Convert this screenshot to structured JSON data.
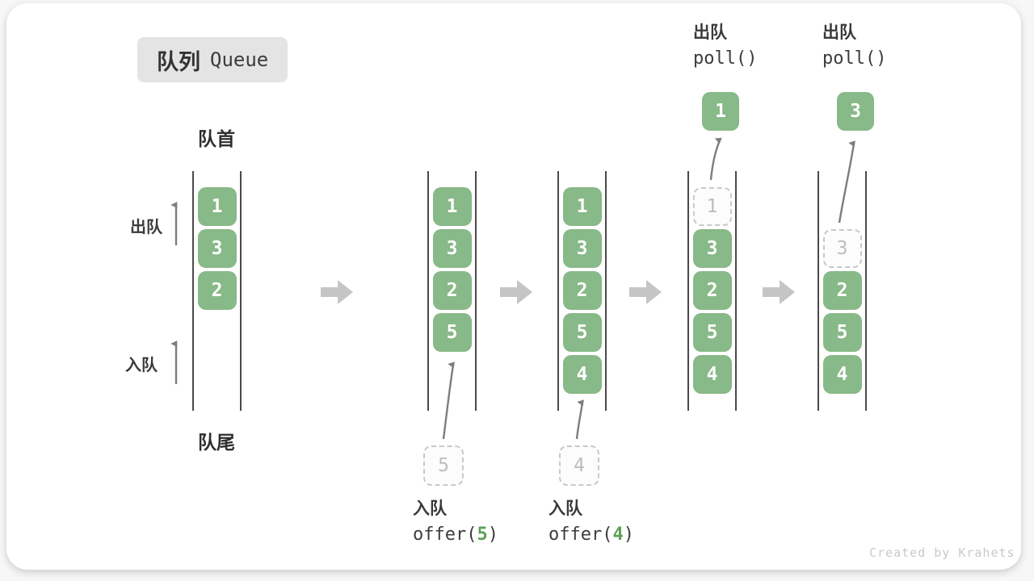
{
  "title": {
    "zh": "队列",
    "en": "Queue"
  },
  "labels": {
    "front": "队首",
    "rear": "队尾",
    "dequeue_side": "出队",
    "enqueue_side": "入队"
  },
  "credit": "Created by Krahets",
  "colors": {
    "item_green": "#88b988",
    "item_text": "#ffffff",
    "dashed_gray": "#c9c9c9",
    "dashed_text": "#bdbdbd",
    "flow_arrow": "#c5c5c5",
    "thin_arrow": "#7d7d7d",
    "badge_bg": "#e4e4e4",
    "code_green": "#5ba153"
  },
  "states": [
    {
      "name": "state-1",
      "cells": [
        {
          "row": 0,
          "v": "1"
        },
        {
          "row": 1,
          "v": "3"
        },
        {
          "row": 2,
          "v": "2"
        }
      ]
    },
    {
      "name": "state-2",
      "cells": [
        {
          "row": 0,
          "v": "1"
        },
        {
          "row": 1,
          "v": "3"
        },
        {
          "row": 2,
          "v": "2"
        },
        {
          "row": 3,
          "v": "5"
        }
      ],
      "incoming": "5",
      "op": {
        "zh": "入队",
        "call_pre": "offer(",
        "arg": "5",
        "call_post": ")"
      }
    },
    {
      "name": "state-3",
      "cells": [
        {
          "row": 0,
          "v": "1"
        },
        {
          "row": 1,
          "v": "3"
        },
        {
          "row": 2,
          "v": "2"
        },
        {
          "row": 3,
          "v": "5"
        },
        {
          "row": 4,
          "v": "4"
        }
      ],
      "incoming": "4",
      "op": {
        "zh": "入队",
        "call_pre": "offer(",
        "arg": "4",
        "call_post": ")"
      }
    },
    {
      "name": "state-4",
      "cells": [
        {
          "row": 0,
          "v": "1",
          "dashed": true
        },
        {
          "row": 1,
          "v": "3"
        },
        {
          "row": 2,
          "v": "2"
        },
        {
          "row": 3,
          "v": "5"
        },
        {
          "row": 4,
          "v": "4"
        }
      ],
      "outgoing": "1",
      "op": {
        "zh": "出队",
        "call": "poll()"
      }
    },
    {
      "name": "state-5",
      "cells": [
        {
          "row": 1,
          "v": "3",
          "dashed": true
        },
        {
          "row": 2,
          "v": "2"
        },
        {
          "row": 3,
          "v": "5"
        },
        {
          "row": 4,
          "v": "4"
        }
      ],
      "outgoing": "3",
      "op": {
        "zh": "出队",
        "call": "poll()"
      }
    }
  ]
}
